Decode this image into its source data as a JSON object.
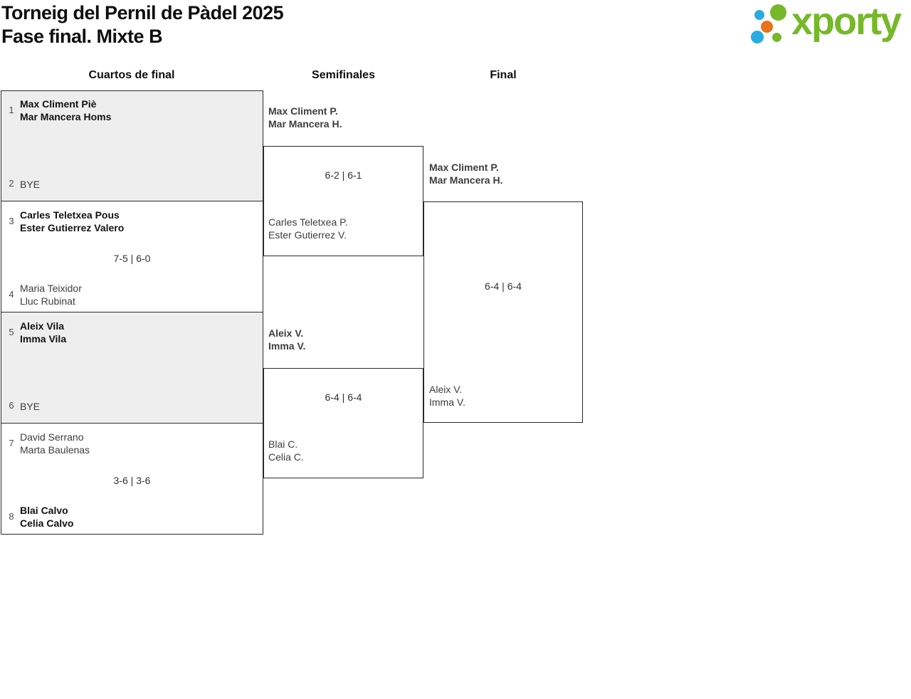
{
  "header": {
    "title_line1": "Torneig del Pernil de Pàdel 2025",
    "title_line2": "Fase final. Mixte B",
    "logo_text": "xporty",
    "logo_colors": {
      "green": "#76b82a",
      "blue": "#29abe2",
      "orange": "#e8731a"
    }
  },
  "columns": [
    {
      "label": "Cuartos de final"
    },
    {
      "label": "Semifinales"
    },
    {
      "label": "Final"
    }
  ],
  "rounds": {
    "quarterfinals": [
      {
        "seed_top": "1",
        "team_top": [
          "Max Climent Piè",
          "Mar Mancera Homs"
        ],
        "seed_bottom": "2",
        "team_bottom": [
          "BYE"
        ]
      },
      {
        "seed_top": "3",
        "team_top": [
          "Carles Teletxea Pous",
          "Ester Gutierrez Valero"
        ],
        "seed_bottom": "4",
        "team_bottom": [
          "Maria Teixidor",
          "Lluc Rubinat"
        ],
        "score": "7-5 | 6-0"
      },
      {
        "seed_top": "5",
        "team_top": [
          "Aleix Vila",
          "Imma Vila"
        ],
        "seed_bottom": "6",
        "team_bottom": [
          "BYE"
        ]
      },
      {
        "seed_top": "7",
        "team_top": [
          "David Serrano",
          "Marta Baulenas"
        ],
        "seed_bottom": "8",
        "team_bottom": [
          "Blai Calvo",
          "Celia Calvo"
        ],
        "score": "3-6 | 3-6"
      }
    ],
    "semifinals": [
      {
        "team_top": [
          "Max Climent P.",
          "Mar Mancera H."
        ],
        "team_bottom": [
          "Carles Teletxea P.",
          "Ester Gutierrez V."
        ],
        "score": "6-2 | 6-1"
      },
      {
        "team_top": [
          "Aleix V.",
          "Imma V."
        ],
        "team_bottom": [
          "Blai C.",
          "Celia C."
        ],
        "score": "6-4 | 6-4"
      }
    ],
    "final": {
      "team_top": [
        "Max Climent P.",
        "Mar Mancera H."
      ],
      "team_bottom": [
        "Aleix V.",
        "Imma V."
      ],
      "score": "6-4 | 6-4"
    }
  }
}
